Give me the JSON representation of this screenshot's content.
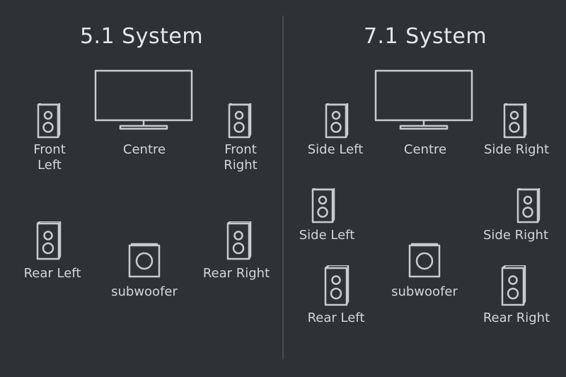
{
  "colors": {
    "background": "#2e3136",
    "line": "#c8cbcf",
    "text": "#d4d6d9",
    "divider": "#4a4e54"
  },
  "left": {
    "title": "5.1 System",
    "front_left": "Front\nLeft",
    "centre": "Centre",
    "front_right": "Front\nRight",
    "rear_left": "Rear Left",
    "subwoofer": "subwoofer",
    "rear_right": "Rear Right"
  },
  "right": {
    "title": "7.1 System",
    "side_left_top": "Side Left",
    "centre": "Centre",
    "side_right_top": "Side Right",
    "side_left": "Side Left",
    "side_right": "Side Right",
    "rear_left": "Rear Left",
    "subwoofer": "subwoofer",
    "rear_right": "Rear Right"
  },
  "icons": [
    "tv-icon",
    "speaker-icon",
    "subwoofer-icon"
  ]
}
